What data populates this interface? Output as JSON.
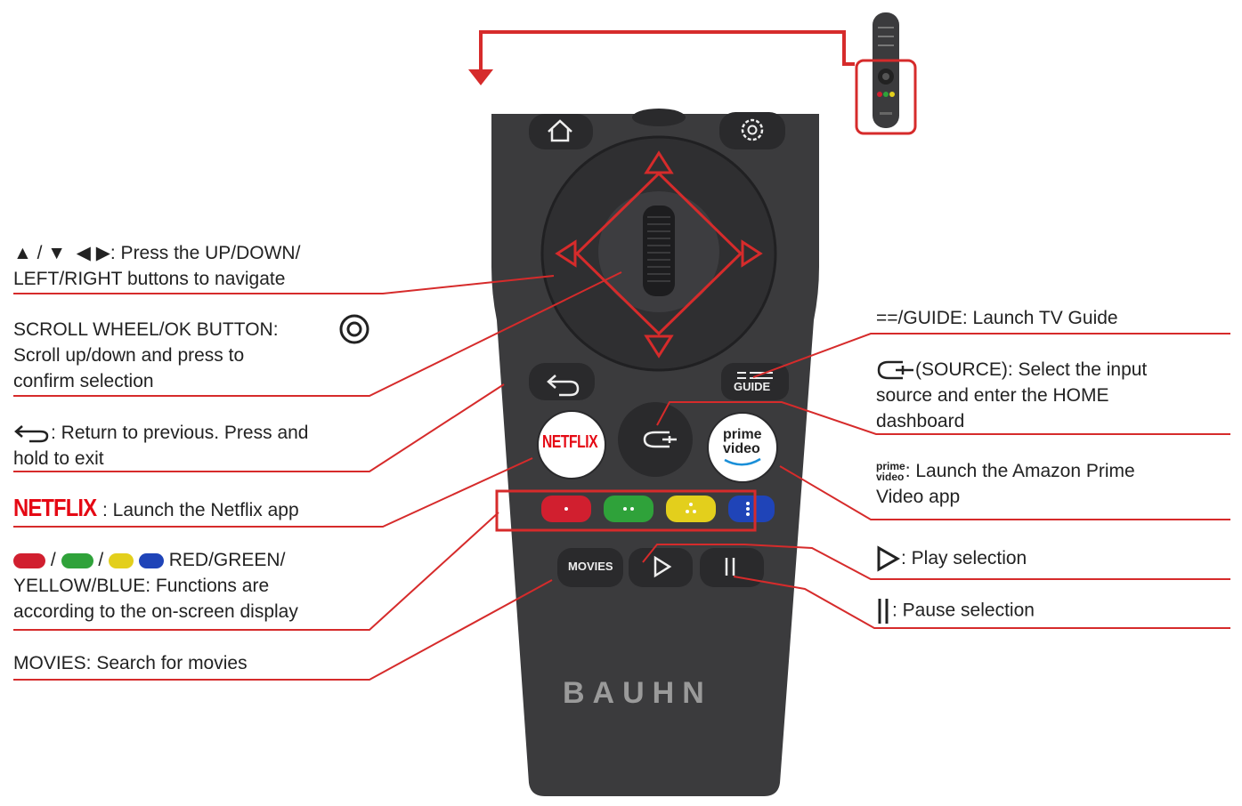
{
  "diagram": {
    "brand": "BAUHN",
    "remote_buttons": {
      "guide_label": "GUIDE",
      "netflix_label": "NETFLIX",
      "prime_top": "prime",
      "prime_bottom": "video",
      "movies_label": "MOVIES"
    },
    "callouts": {
      "nav": {
        "line1": ": Press the UP/DOWN/",
        "line2": "LEFT/RIGHT buttons to navigate"
      },
      "scroll": {
        "line1": "SCROLL WHEEL/OK BUTTON:",
        "line2": "Scroll up/down and press to",
        "line3": "confirm selection"
      },
      "back": {
        "line1": ": Return to previous. Press and",
        "line2": "hold to exit"
      },
      "netflix": {
        "logo": "NETFLIX",
        "text": ": Launch the Netflix app"
      },
      "colors": {
        "line1": "RED/GREEN/",
        "line2": "YELLOW/BLUE: Functions are",
        "line3": "according to the on-screen display"
      },
      "movies": {
        "text": "MOVIES: Search for movies"
      },
      "guide": {
        "text": "/GUIDE: Launch TV Guide"
      },
      "source": {
        "line1": "(SOURCE): Select the input",
        "line2": "source and enter the HOME",
        "line3": "dashboard"
      },
      "prime": {
        "logo_top": "prime",
        "logo_bottom": "video",
        "line1": ": Launch the Amazon Prime",
        "line2": "Video app"
      },
      "play": {
        "text": ": Play selection"
      },
      "pause": {
        "text": ": Pause selection"
      }
    },
    "colors": {
      "accent_red": "#d62b2b",
      "remote_body": "#3b3b3d",
      "button": "#2a2a2c",
      "color_red": "#d11f2f",
      "color_green": "#2fa23a",
      "color_yellow": "#e3cf1c",
      "color_blue": "#1f44b8"
    }
  }
}
